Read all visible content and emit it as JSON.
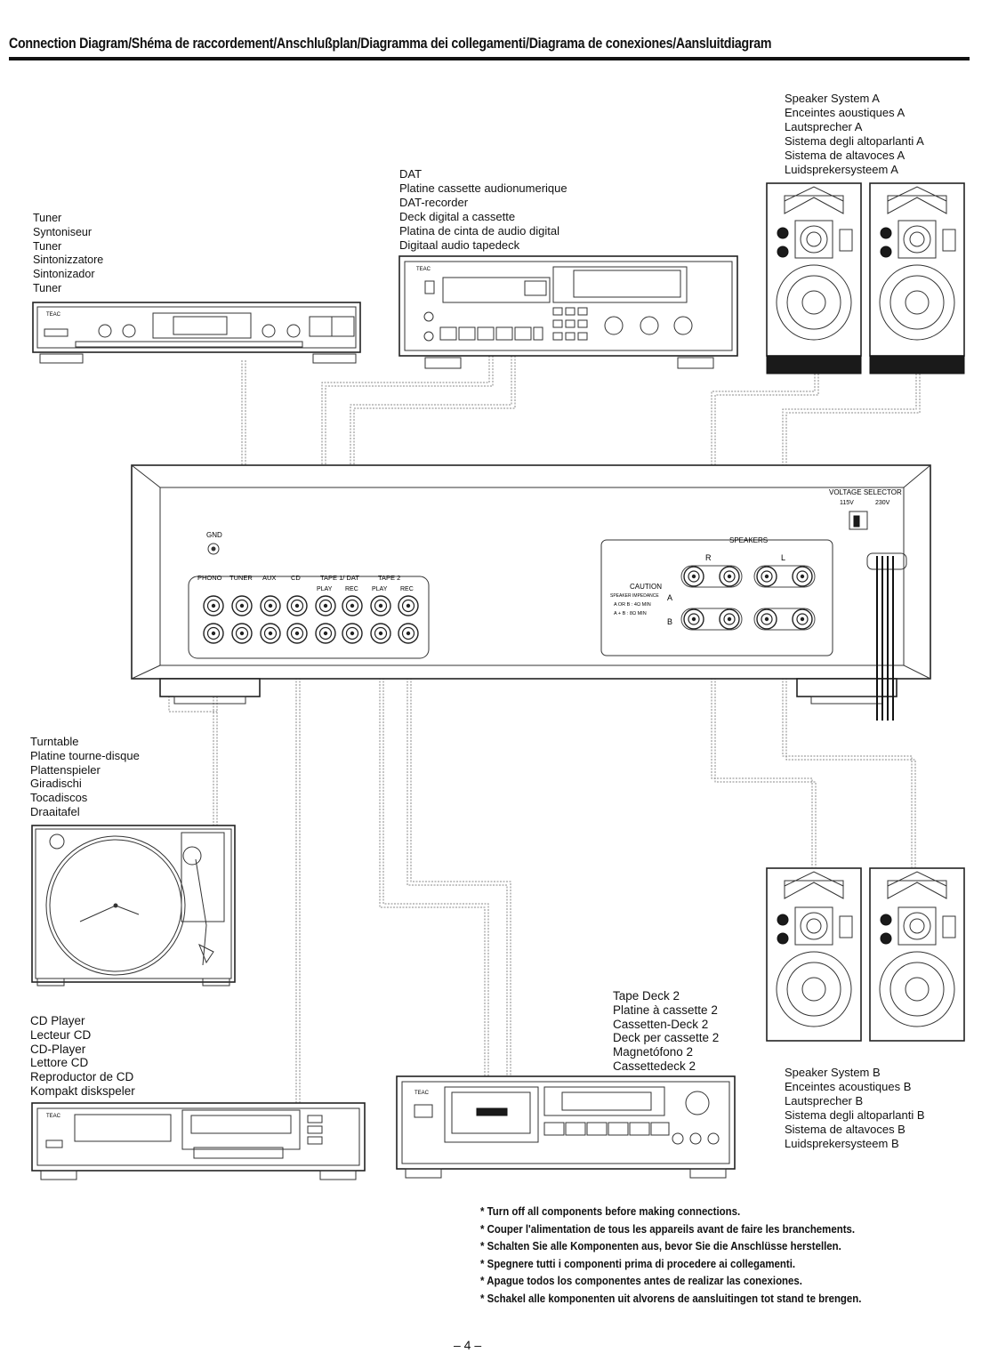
{
  "title": "Connection Diagram/Shéma de raccordement/Anschlußplan/Diagramma dei collegamenti/Diagrama de conexiones/Aansluitdiagram",
  "devices": {
    "tuner": [
      "Tuner",
      "Syntoniseur",
      "Tuner",
      "Sintonizzatore",
      "Sintonizador",
      "Tuner"
    ],
    "dat": [
      "DAT",
      "Platine cassette audionumerique",
      "DAT-recorder",
      "Deck digital a cassette",
      "Platina de cinta de audio digital",
      "Digitaal audio tapedeck"
    ],
    "speaker_a": [
      "Speaker System A",
      "Enceintes aoustiques A",
      "Lautsprecher A",
      "Sistema degli altoparlanti A",
      "Sistema de altavoces A",
      "Luidsprekersysteem A"
    ],
    "turntable": [
      "Turntable",
      "Platine tourne-disque",
      "Plattenspieler",
      "Giradischi",
      "Tocadiscos",
      "Draaitafel"
    ],
    "cd": [
      "CD Player",
      "Lecteur CD",
      "CD-Player",
      "Lettore CD",
      "Reproductor de CD",
      "Kompakt diskspeler"
    ],
    "tape2": [
      "Tape Deck 2",
      "Platine à cassette 2",
      "Cassetten-Deck 2",
      "Deck per cassette 2",
      "Magnetófono 2",
      "Cassettedeck 2"
    ],
    "speaker_b": [
      "Speaker System B",
      "Enceintes acoustiques B",
      "Lautsprecher B",
      "Sistema degli altoparlanti B",
      "Sistema de altavoces B",
      "Luidsprekersysteem B"
    ]
  },
  "amp_panel": {
    "gnd": "GND",
    "inputs": [
      "PHONO",
      "TUNER",
      "AUX",
      "CD",
      "TAPE 1/ DAT",
      "TAPE 2"
    ],
    "play": "PLAY",
    "rec": "REC",
    "speakers": "SPEAKERS",
    "r": "R",
    "l": "L",
    "a": "A",
    "b": "B",
    "caution": "CAUTION",
    "impedance": "SPEAKER IMPEDANCE",
    "imp_a_or_b": "A OR B : 4Ω MIN",
    "imp_a_b": "A + B : 8Ω MIN",
    "voltage_selector": "VOLTAGE SELECTOR",
    "v115": "115V",
    "v230": "230V"
  },
  "brand": "TEAC",
  "notes": [
    "* Turn off all components before making connections.",
    "* Couper l'alimentation de tous les appareils avant de faire les branchements.",
    "* Schalten Sie alle Komponenten aus, bevor Sie die Anschlüsse herstellen.",
    "* Spegnere tutti i componenti prima di procedere ai collegamenti.",
    "* Apague todos los componentes antes de realizar las conexiones.",
    "* Schakel alle komponenten uit alvorens de aansluitingen tot stand te brengen."
  ],
  "page_number": "– 4 –"
}
